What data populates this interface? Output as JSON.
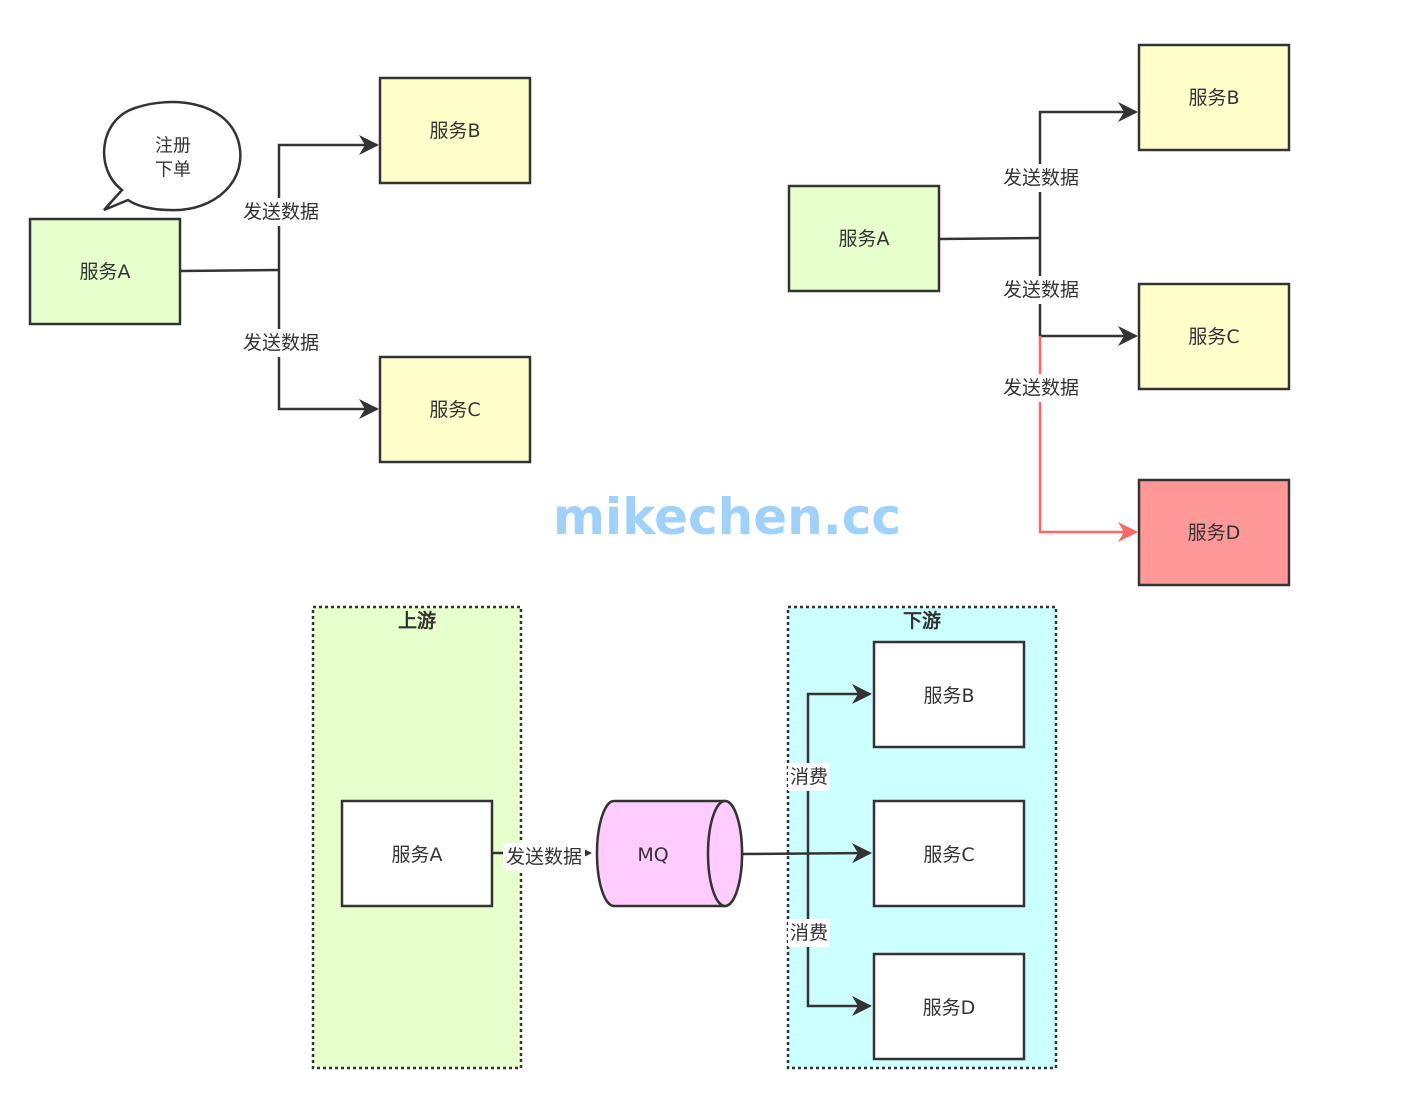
{
  "colors": {
    "stroke": "#333333",
    "source_fill": "#e6ffcc",
    "target_fill": "#ffffcc",
    "highlight_fill": "#ff9999",
    "highlight_edge": "#ff6666",
    "upstream_fill": "#e6ffcc",
    "downstream_fill": "#ccffff",
    "mq_fill": "#ffccff",
    "plain_fill": "#ffffff",
    "watermark": "#9fd1fb"
  },
  "panel_left": {
    "bubble_line1": "注册",
    "bubble_line2": "下单",
    "service_a": "服务A",
    "service_b": "服务B",
    "service_c": "服务C",
    "edge_b": "发送数据",
    "edge_c": "发送数据"
  },
  "panel_right": {
    "service_a": "服务A",
    "service_b": "服务B",
    "service_c": "服务C",
    "service_d": "服务D",
    "edge_b": "发送数据",
    "edge_c": "发送数据",
    "edge_d": "发送数据"
  },
  "watermark": "mikechen.cc",
  "panel_bottom": {
    "upstream_title": "上游",
    "downstream_title": "下游",
    "service_a": "服务A",
    "send_label": "发送数据",
    "mq": "MQ",
    "service_b": "服务B",
    "service_c": "服务C",
    "service_d": "服务D",
    "consume_top": "消费",
    "consume_bottom": "消费"
  }
}
